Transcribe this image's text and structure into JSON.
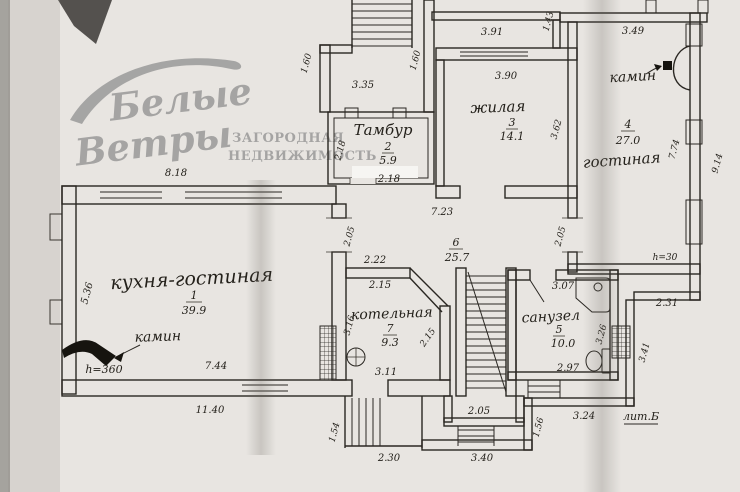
{
  "watermark": {
    "script_line1": "Белые",
    "script_line2": "Ветры",
    "tagline_line1": "ЗАГОРОДНАЯ",
    "tagline_line2": "НЕДВИЖИМОСТЬ"
  },
  "rooms": {
    "kitchen_living": {
      "label": "кухня-гостиная",
      "number": "1",
      "area": "39.9"
    },
    "tambour": {
      "label": "Тамбур",
      "number": "2",
      "area": "5.9"
    },
    "zhilaya": {
      "label": "жилая",
      "number": "3",
      "area": "14.1"
    },
    "gostinaya": {
      "label": "гостиная",
      "number": "4",
      "area": "27.0"
    },
    "sanuzel": {
      "label": "санузел",
      "number": "5",
      "area": "10.0"
    },
    "hall": {
      "number": "6",
      "area": "25.7"
    },
    "boiler": {
      "label": "котельная",
      "number": "7",
      "area": "9.3"
    }
  },
  "annotations": {
    "fireplace_left": "камин",
    "fireplace_right": "камин",
    "height_left": "h=360",
    "height_right": "h=30",
    "litera": "лит.Б"
  },
  "dimensions": {
    "kitchen_top": "8.18",
    "kitchen_left": "5.36",
    "kitchen_bottom": "7.44",
    "bottom_overall": "11.40",
    "entry_left": "1.60",
    "entry_width": "3.35",
    "entry_right": "1.60",
    "corridor_top": "3.91",
    "corridor_right": "1.43",
    "gostinaya_top": "3.49",
    "zhilaya_top": "3.90",
    "zhilaya_right": "3.62",
    "gostinaya_left": "7.74",
    "gostinaya_right": "9.14",
    "hall_top": "7.23",
    "hall_door_left": "2.05",
    "hall_door_right": "2.05",
    "hall_bottom": "2.22",
    "tambour_left": "2.18",
    "tambour_bottom": "2.18",
    "boiler_top": "2.15",
    "boiler_left": "3.16",
    "boiler_diag": "2.15",
    "boiler_bottom": "3.11",
    "sanuzel_top": "3.07",
    "sanuzel_right": "3.26",
    "sanuzel_bottom": "2.97",
    "wing_right_top": "2.31",
    "wing_right_side": "3.41",
    "wing_bottom": "3.24",
    "wing_step": "1.56",
    "porch_height": "1.54",
    "porch_width": "2.30",
    "stairs_bottom": "2.05",
    "stairs_width": "3.40"
  },
  "colors": {
    "paper": "#e8e5e1",
    "ink": "#2a2722",
    "watermark_gray": "#8f8f8f"
  }
}
